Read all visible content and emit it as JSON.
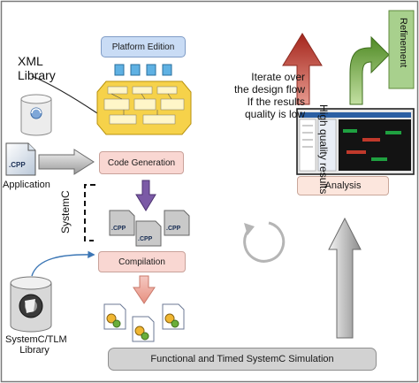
{
  "xml_library": {
    "line1": "XML",
    "line2": "Library"
  },
  "platform_edition": {
    "label": "Platform Edition"
  },
  "code_generation": {
    "label": "Code Generation"
  },
  "application": {
    "label": "Application"
  },
  "systemc_bracket": {
    "label": "SystemC"
  },
  "compilation": {
    "label": "Compilation"
  },
  "library": {
    "line1": "SystemC/TLM",
    "line2": "Library"
  },
  "simulation": {
    "label": "Functional and Timed SystemC Simulation"
  },
  "analysis": {
    "label": "Analysis"
  },
  "iterate_note": {
    "lines": [
      "Iterate over",
      "the design flow",
      "If the results",
      "quality is low"
    ]
  },
  "high_quality": {
    "label": "High quality results"
  },
  "refinement": {
    "label": "Refinement"
  },
  "file_icon": {
    "label": ".CPP"
  },
  "colors": {
    "platform_box": "#c9dcf5",
    "pink_box": "#f9d7d2",
    "analysis_box": "#fce6dd",
    "sim_bar": "#d2d2d2",
    "refinement_fill": "#a8d08d",
    "red_arrow": "#b53a2f",
    "green_arrow": "#5f9b33",
    "purple_arrow": "#7b5aa6",
    "blue_link": "#3b76b5",
    "frame": "#7a7a7a"
  }
}
